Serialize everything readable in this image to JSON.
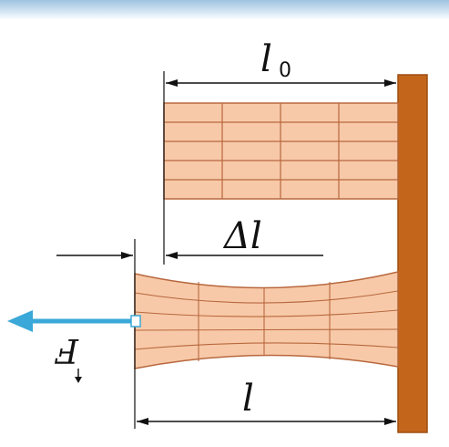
{
  "diagram": {
    "labels": {
      "original_length": "l",
      "original_length_subscript": "0",
      "elongation": "Δl",
      "stretched_length": "l",
      "force": "F"
    },
    "colors": {
      "bar_fill": "#f7c9a8",
      "bar_grid": "#b8683e",
      "wall": "#c3661c",
      "force_arrow": "#3aa8d8",
      "dimension_line": "#111111",
      "header_band": "#9fc3e0"
    }
  }
}
